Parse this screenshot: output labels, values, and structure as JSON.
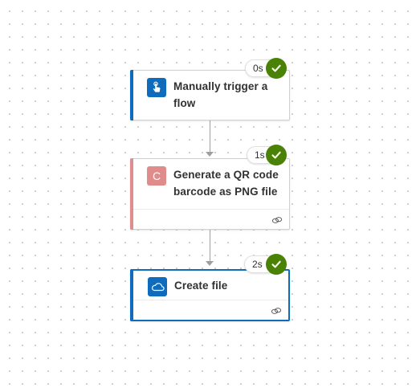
{
  "colors": {
    "success": "#498205",
    "trigger_accent": "#0f6cbd",
    "qr_accent": "#e08c8c",
    "onedrive_accent": "#0f6cbd",
    "connector": "#a19f9d"
  },
  "steps": [
    {
      "title": "Manually trigger a flow",
      "duration": "0s",
      "status": "succeeded",
      "icon": "touch-trigger-icon",
      "has_footer": false
    },
    {
      "title": "Generate a QR code barcode as PNG file",
      "duration": "1s",
      "status": "succeeded",
      "icon": "letter-c-connector-icon",
      "icon_letter": "C",
      "has_footer": true,
      "footer_icon": "link-icon"
    },
    {
      "title": "Create file",
      "duration": "2s",
      "status": "succeeded",
      "icon": "onedrive-cloud-icon",
      "has_footer": true,
      "footer_icon": "link-icon",
      "selected": true
    }
  ]
}
